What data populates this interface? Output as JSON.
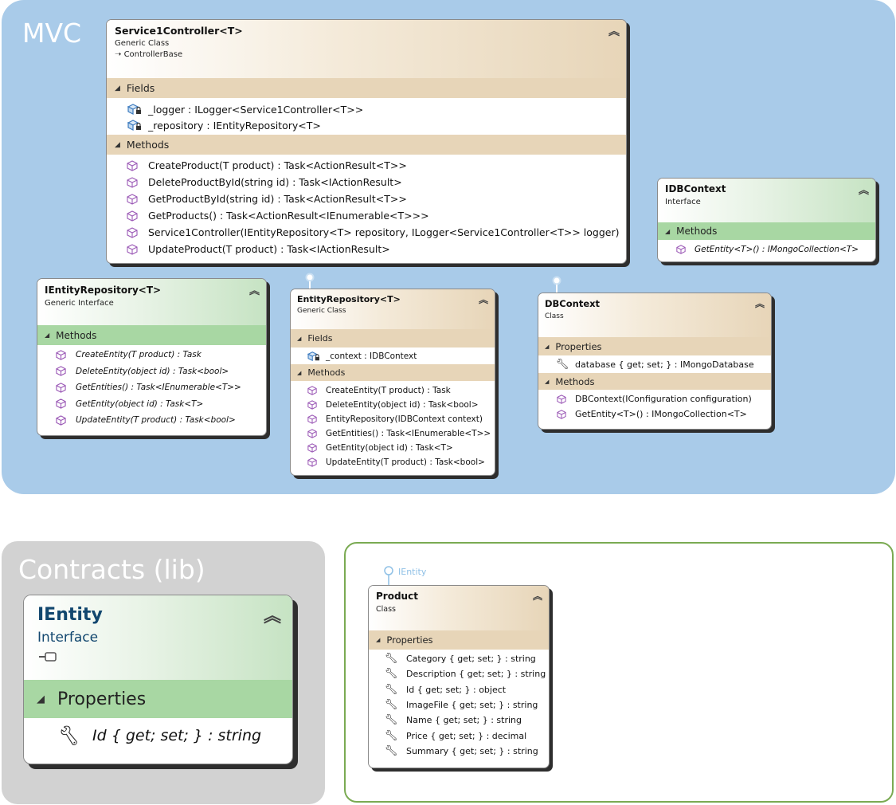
{
  "regions": {
    "mvc": {
      "title": "MVC",
      "color": "#a9cbe9"
    },
    "contracts": {
      "title": "Contracts (lib)",
      "color": "#d2d2d2"
    },
    "product_group": {
      "border_color": "#7aaa52"
    }
  },
  "service1controller": {
    "name": "Service1Controller<T>",
    "kind": "Generic Class",
    "base": "ControllerBase",
    "fields_label": "Fields",
    "fields": [
      "_logger : ILogger<Service1Controller<T>>",
      "_repository : IEntityRepository<T>"
    ],
    "methods_label": "Methods",
    "methods": [
      "CreateProduct(T product) : Task<ActionResult<T>>",
      "DeleteProductById(string id) : Task<IActionResult>",
      "GetProductById(string id) : Task<ActionResult<T>>",
      "GetProducts() : Task<ActionResult<IEnumerable<T>>>",
      "Service1Controller(IEntityRepository<T> repository, ILogger<Service1Controller<T>> logger)",
      "UpdateProduct(T product) : Task<IActionResult>"
    ]
  },
  "idbcontext": {
    "name": "IDBContext",
    "kind": "Interface",
    "methods_label": "Methods",
    "methods": [
      "GetEntity<T>() : IMongoCollection<T>"
    ]
  },
  "ientityrepository": {
    "name": "IEntityRepository<T>",
    "kind": "Generic Interface",
    "methods_label": "Methods",
    "methods": [
      "CreateEntity(T product) : Task",
      "DeleteEntity(object id) : Task<bool>",
      "GetEntities() : Task<IEnumerable<T>>",
      "GetEntity(object id) : Task<T>",
      "UpdateEntity(T product) : Task<bool>"
    ]
  },
  "entityrepository": {
    "name": "EntityRepository<T>",
    "kind": "Generic Class",
    "fields_label": "Fields",
    "fields": [
      "_context : IDBContext"
    ],
    "methods_label": "Methods",
    "methods": [
      "CreateEntity(T product) : Task",
      "DeleteEntity(object id) : Task<bool>",
      "EntityRepository(IDBContext context)",
      "GetEntities() : Task<IEnumerable<T>>",
      "GetEntity(object id) : Task<T>",
      "UpdateEntity(T product) : Task<bool>"
    ]
  },
  "dbcontext": {
    "name": "DBContext",
    "kind": "Class",
    "properties_label": "Properties",
    "properties": [
      "database { get; set; } : IMongoDatabase"
    ],
    "methods_label": "Methods",
    "methods": [
      "DBContext(IConfiguration configuration)",
      "GetEntity<T>() : IMongoCollection<T>"
    ]
  },
  "ientity": {
    "name": "IEntity",
    "kind": "Interface",
    "properties_label": "Properties",
    "properties": [
      "Id { get; set; } : string"
    ]
  },
  "product": {
    "name": "Product",
    "kind": "Class",
    "implements": "IEntity",
    "properties_label": "Properties",
    "properties": [
      "Category { get; set; } : string",
      "Description { get; set; } : string",
      "Id { get; set; } : object",
      "ImageFile { get; set; } : string",
      "Name { get; set; } : string",
      "Price { get; set; } : decimal",
      "Summary { get; set; } : string"
    ]
  },
  "icons": {
    "field": "field-lock-icon",
    "method": "method-cube-icon",
    "property": "wrench-icon",
    "collapse": "double-chevron-up-icon",
    "section": "triangle-expander-icon",
    "interface": "lollipop-icon"
  }
}
